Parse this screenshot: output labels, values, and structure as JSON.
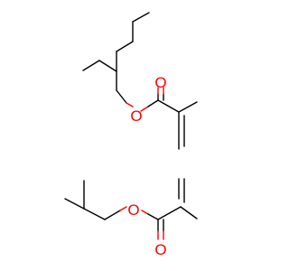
{
  "diagram": {
    "molecules": [
      {
        "atoms": {
          "ester_o": "O",
          "carbonyl_o": "O"
        }
      },
      {
        "atoms": {
          "ester_o": "O",
          "carbonyl_o": "O"
        }
      }
    ],
    "colors": {
      "bond": "#000000",
      "heteroatom": "#ff0000",
      "background": "#ffffff"
    }
  }
}
